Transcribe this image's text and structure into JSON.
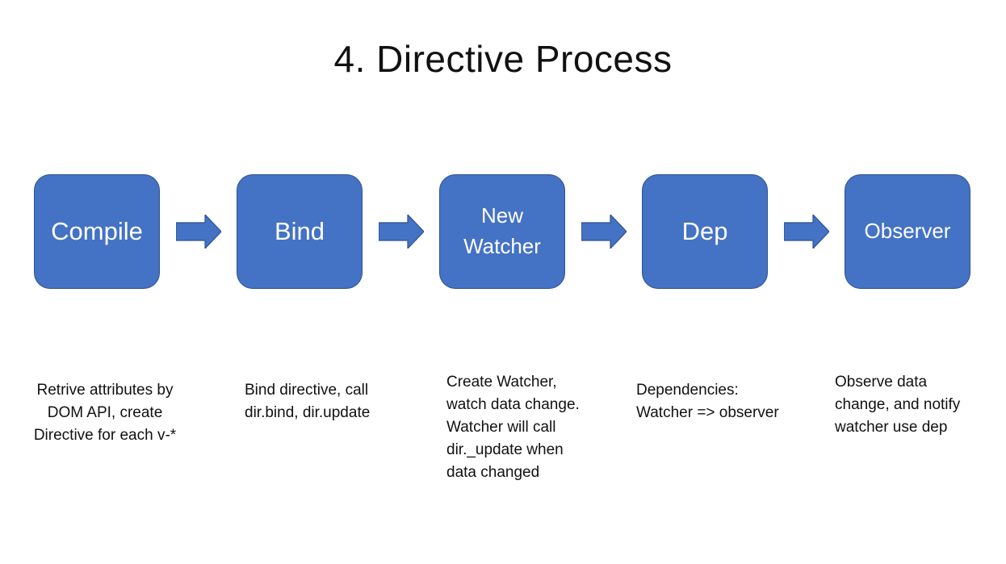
{
  "title": "4. Directive Process",
  "colors": {
    "box_fill": "#4472c4",
    "box_border": "#2f528f",
    "box_text": "#ffffff"
  },
  "steps": [
    {
      "label": "Compile",
      "description": "Retrive attributes by\nDOM API, create\nDirective  for each v-*"
    },
    {
      "label": "Bind",
      "description": "Bind directive, call\ndir.bind, dir.update"
    },
    {
      "label": "New\nWatcher",
      "description": "Create Watcher,\nwatch data change.\nWatcher will call\ndir._update when\ndata changed"
    },
    {
      "label": "Dep",
      "description": "Dependencies:\nWatcher => observer"
    },
    {
      "label": "Observer",
      "description": "Observe data\nchange, and notify\nwatcher use dep"
    }
  ]
}
